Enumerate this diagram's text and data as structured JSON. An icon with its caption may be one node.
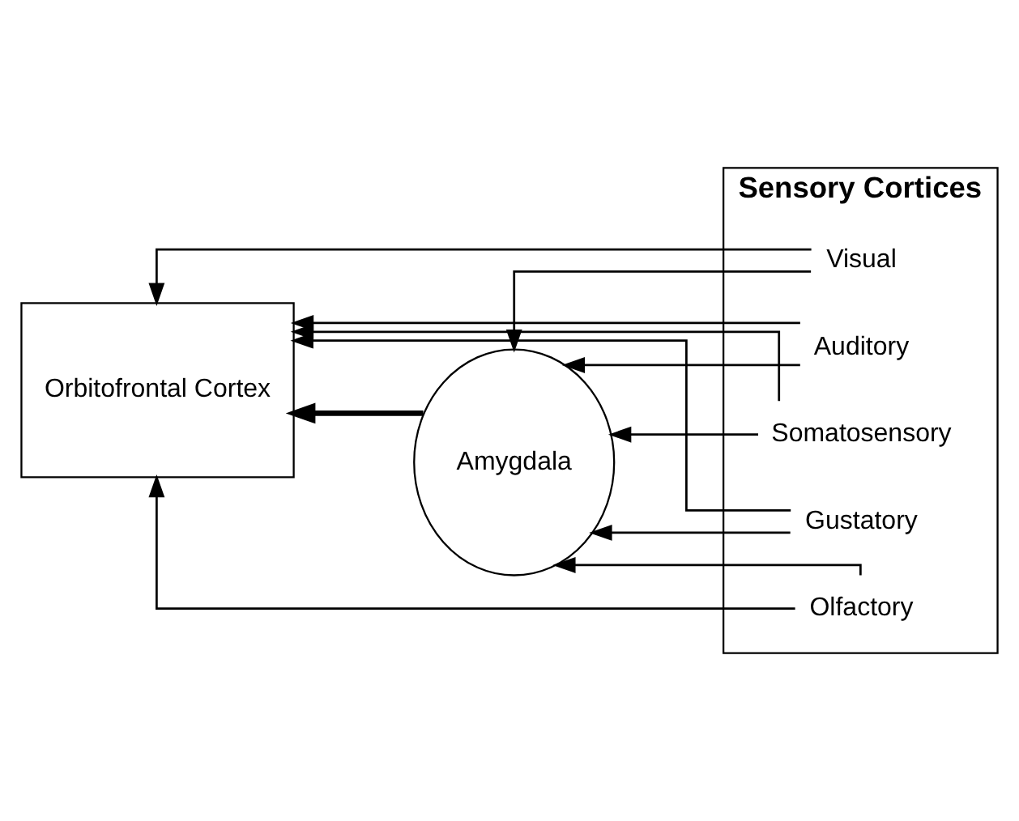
{
  "diagram": {
    "nodes": [
      {
        "text": [
          "Orbitofrontal Cortex"
        ]
      },
      {
        "text": [
          "Sensory Cortices"
        ]
      },
      {
        "text": [
          "Visual"
        ],
        "in": 1
      },
      {
        "text": [
          "Auditory"
        ],
        "in": 1
      },
      {
        "text": [
          "Somatosensory"
        ],
        "in": 1
      },
      {
        "text": [
          "Gustatory"
        ],
        "in": 1
      },
      {
        "text": [
          "Olfactory"
        ],
        "in": 1
      },
      {
        "text": [
          "Amygdala"
        ]
      }
    ],
    "edges": [
      {
        "from": 2,
        "to": 0,
        "arrow": "to"
      },
      {
        "from": 3,
        "to": 0,
        "arrow": "to"
      },
      {
        "from": 4,
        "to": 0,
        "arrow": "to"
      },
      {
        "from": 5,
        "to": 0,
        "arrow": "to"
      },
      {
        "from": 6,
        "to": 0,
        "arrow": "to"
      },
      {
        "from": 6,
        "to": 7,
        "arrow": "to"
      },
      {
        "from": 5,
        "to": 7,
        "arrow": "to"
      },
      {
        "from": 4,
        "to": 7,
        "arrow": "to"
      },
      {
        "from": 3,
        "to": 7,
        "arrow": "to"
      },
      {
        "from": 2,
        "to": 7,
        "arrow": "to"
      },
      {
        "from": 7,
        "to": 0,
        "arrow": "to",
        "style": "thick"
      }
    ]
  }
}
